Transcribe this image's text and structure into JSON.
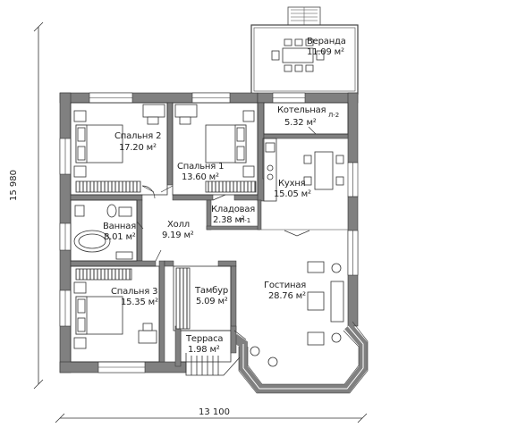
{
  "plan": {
    "rooms": [
      {
        "id": "veranda",
        "name": "Веранда",
        "area": "11.09 м²"
      },
      {
        "id": "boiler",
        "name": "Котельная",
        "area": "5.32 м²",
        "tag": "Л-2"
      },
      {
        "id": "bedroom2",
        "name": "Спальня 2",
        "area": "17.20 м²"
      },
      {
        "id": "bedroom1",
        "name": "Спальня 1",
        "area": "13.60 м²"
      },
      {
        "id": "kitchen",
        "name": "Кухня",
        "area": "15.05 м²"
      },
      {
        "id": "pantry",
        "name": "Кладовая",
        "area": "2.38 м²",
        "tag": "Л-1"
      },
      {
        "id": "hall",
        "name": "Холл",
        "area": "9.19 м²"
      },
      {
        "id": "bathroom",
        "name": "Ванная",
        "area": "8.01 м²"
      },
      {
        "id": "living",
        "name": "Гостиная",
        "area": "28.76 м²"
      },
      {
        "id": "bedroom3",
        "name": "Спальня 3",
        "area": "15.35 м²"
      },
      {
        "id": "vestibule",
        "name": "Тамбур",
        "area": "5.09 м²"
      },
      {
        "id": "terrace",
        "name": "Терраса",
        "area": "1.98 м²"
      }
    ],
    "dimensions": {
      "width": "13 100",
      "height": "15 980"
    },
    "colors": {
      "wall": "#808080",
      "line": "#333333"
    }
  }
}
